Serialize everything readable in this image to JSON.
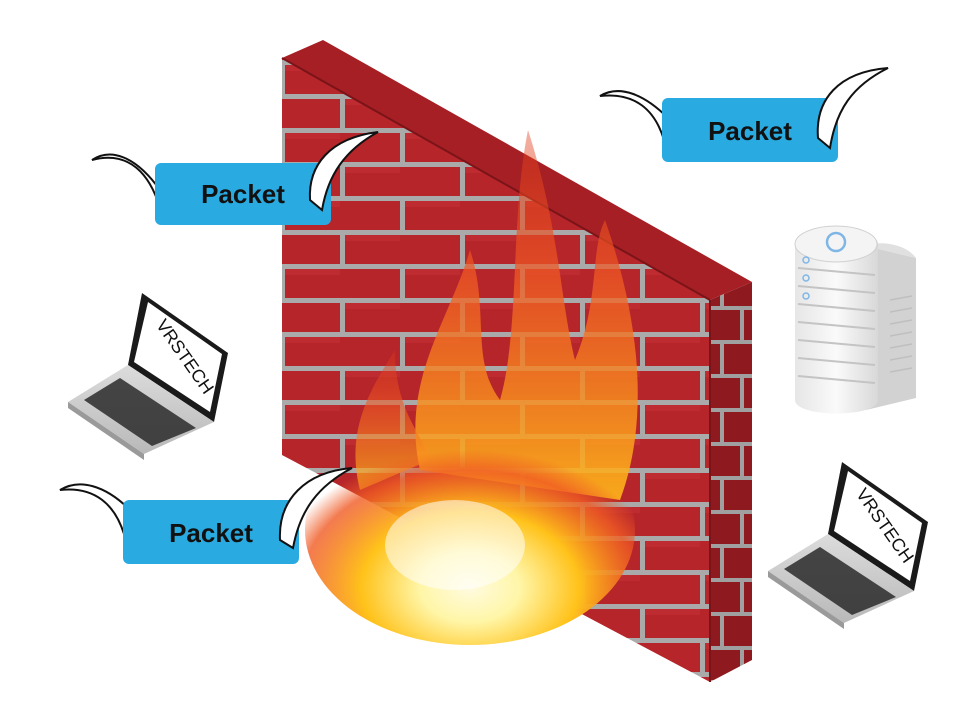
{
  "diagram": {
    "packets": [
      {
        "label": "Packet"
      },
      {
        "label": "Packet"
      },
      {
        "label": "Packet"
      }
    ],
    "laptops": [
      {
        "screen_text": "VRSTECH"
      },
      {
        "screen_text": "VRSTECH"
      }
    ]
  },
  "colors": {
    "brick": "#c0272d",
    "brick_dark": "#8e1a1f",
    "mortar": "#b4b4b4",
    "packet_fill": "#29abe2",
    "flame_core": "#fff6a8",
    "flame_mid": "#ffc21a",
    "flame_outer": "#f05a24",
    "server": "#eeeeee",
    "server_light": "#7fb6e6"
  }
}
